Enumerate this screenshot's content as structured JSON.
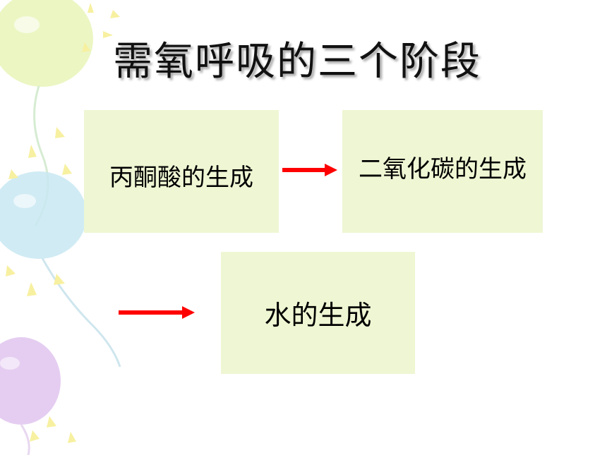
{
  "slide": {
    "title": "需氧呼吸的三个阶段",
    "stages": [
      {
        "label": "丙酮酸的生成"
      },
      {
        "label": "二氧化碳的生成"
      },
      {
        "label": "水的生成"
      }
    ]
  },
  "colors": {
    "box_fill": "#eef6d3",
    "arrow": "#ff0000",
    "balloon_green": "#e8f5b8",
    "balloon_blue": "#c8e8f2",
    "balloon_purple": "#e2c8ef",
    "sparkle_yellow": "#f7f0a0"
  },
  "icons": [
    "balloon-green-icon",
    "balloon-blue-icon",
    "balloon-purple-icon",
    "sparkle-icon",
    "right-arrow-icon"
  ]
}
